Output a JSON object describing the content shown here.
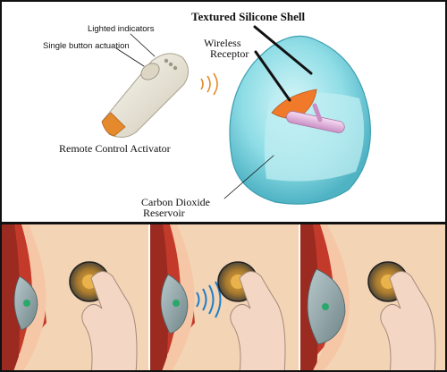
{
  "labels": {
    "lighted_indicators": "Lighted indicators",
    "single_button": "Single button actuation",
    "remote_control": "Remote Control Activator",
    "textured_shell": "Textured Silicone Shell",
    "wireless_line1": "Wireless",
    "wireless_line2": "Receptor",
    "co2_line1": "Carbon Dioxide",
    "co2_line2": "Reservoir"
  },
  "colors": {
    "shell": "#7fd6e0",
    "receptor": "#f07a2a",
    "reservoir": "#e3b8e0",
    "skin": "#f2cfae",
    "muscle": "#c43a2a",
    "remote_body": "#eee9dc",
    "remote_tip": "#e58a2c"
  },
  "icons": [
    "remote-control-icon",
    "wireless-waves-icon",
    "hand-icon"
  ]
}
